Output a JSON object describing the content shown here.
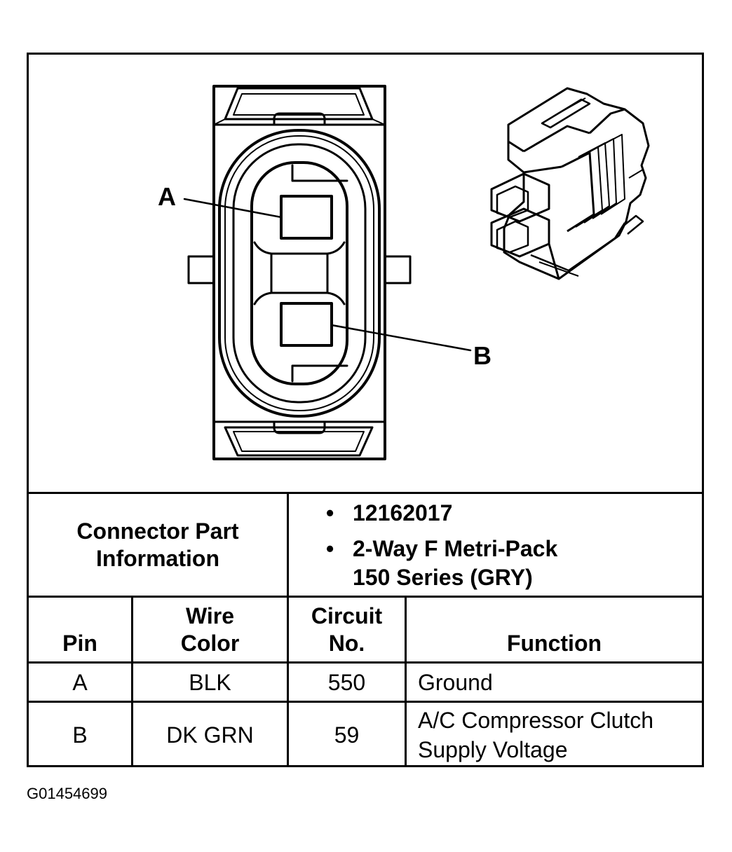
{
  "diagram": {
    "pin_labels": [
      "A",
      "B"
    ]
  },
  "part_info": {
    "label": "Connector Part Information",
    "items": [
      {
        "bullet": "•",
        "lines": [
          "12162017"
        ]
      },
      {
        "bullet": "•",
        "lines": [
          "2-Way F Metri-Pack",
          "150 Series (GRY)"
        ]
      }
    ]
  },
  "table": {
    "headers": [
      {
        "lines": [
          "",
          "Pin"
        ]
      },
      {
        "lines": [
          "Wire",
          "Color"
        ]
      },
      {
        "lines": [
          "Circuit",
          "No."
        ]
      },
      {
        "lines": [
          "",
          "Function"
        ]
      }
    ],
    "rows": [
      {
        "pin": "A",
        "wire_color": "BLK",
        "circuit": "550",
        "function": [
          "Ground"
        ]
      },
      {
        "pin": "B",
        "wire_color": "DK GRN",
        "circuit": "59",
        "function": [
          "A/C Compressor Clutch",
          "Supply Voltage"
        ]
      }
    ]
  },
  "caption": "G01454699"
}
